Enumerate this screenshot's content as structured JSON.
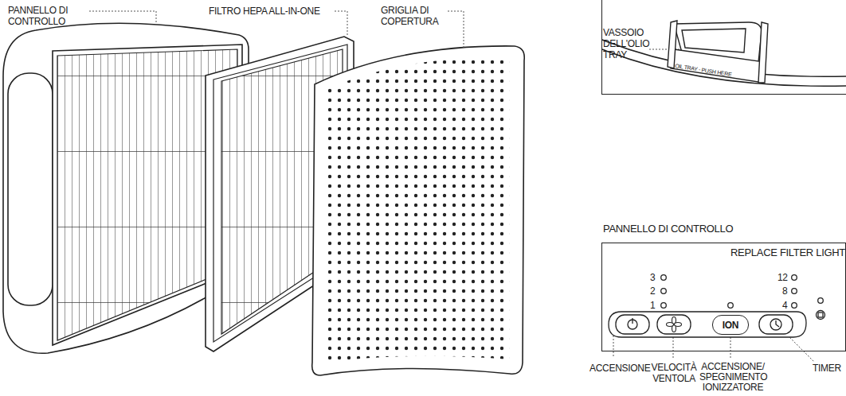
{
  "diagram": {
    "nodes": [
      {
        "text": [
          "OIL TRAY - PUSH HERE"
        ]
      },
      {
        "text": [
          "PANNELLO DI CONTROLLO",
          "REPLACE FILTER LIGHT"
        ]
      },
      {
        "text": [
          "ION"
        ],
        "in": 1
      }
    ],
    "labels": [
      "PANNELLO DI CONTROLLO",
      "FILTRO HEPA ALL-IN-ONE",
      "GRIGLIA DI COPERTURA",
      "VASSOIO DELL'OLIO TRAY",
      "3",
      "2",
      "1",
      "12",
      "8",
      "4",
      "ACCENSIONE",
      "VELOCITÀ VENTOLA",
      "ACCENSIONE/ SPEGNIMENTO IONIZZATORE",
      "TIMER"
    ]
  }
}
